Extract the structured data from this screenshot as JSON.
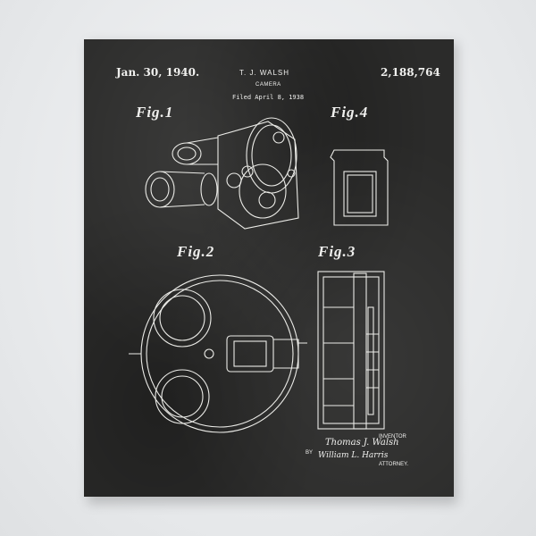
{
  "poster": {
    "date": "Jan. 30, 1940.",
    "inventor_header": "T. J. WALSH",
    "title": "CAMERA",
    "filed": "Filed April 8, 1938",
    "patent_number": "2,188,764",
    "figures": {
      "fig1": "Fig.1",
      "fig2": "Fig.2",
      "fig3": "Fig.3",
      "fig4": "Fig.4"
    },
    "footer": {
      "inventor_label": "INVENTOR",
      "by_label": "BY",
      "attorney_label": "ATTORNEY.",
      "inventor_signature": "Thomas J. Walsh",
      "attorney_signature": "William L. Harris"
    }
  },
  "colors": {
    "poster_background": "#2b2b2a",
    "ink": "#f0f0ee",
    "wall": "#eceef0"
  }
}
